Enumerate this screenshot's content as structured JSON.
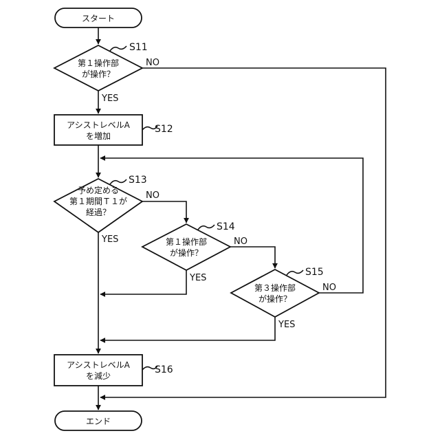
{
  "terminals": {
    "start": "スタート",
    "end": "エンド"
  },
  "steps": {
    "s11": {
      "id": "S11",
      "line1": "第１操作部",
      "line2": "が操作？"
    },
    "s12": {
      "id": "S12",
      "line1": "アシストレベルA",
      "line2": "を増加"
    },
    "s13": {
      "id": "S13",
      "line1": "予め定める",
      "line2": "第１期間Ｔ１が",
      "line3": "経過？"
    },
    "s14": {
      "id": "S14",
      "line1": "第１操作部",
      "line2": "が操作？"
    },
    "s15": {
      "id": "S15",
      "line1": "第３操作部",
      "line2": "が操作？"
    },
    "s16": {
      "id": "S16",
      "line1": "アシストレベルA",
      "line2": "を減少"
    }
  },
  "branch_labels": {
    "yes": "YES",
    "no": "NO"
  }
}
